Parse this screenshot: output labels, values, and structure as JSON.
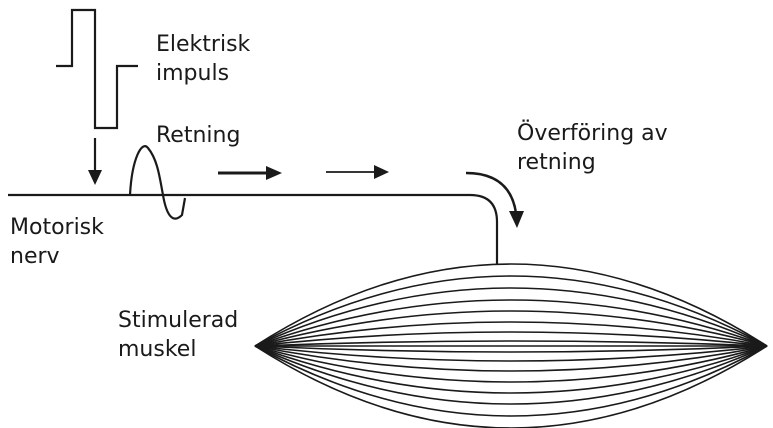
{
  "labels": {
    "electric_impulse": [
      "Elektrisk",
      "impuls"
    ],
    "excitation": "Retning",
    "transfer": [
      "Överföring av",
      "retning"
    ],
    "motor_nerve": [
      "Motorisk",
      "nerv"
    ],
    "stimulated_muscle": [
      "Stimulerad",
      "muskel"
    ]
  },
  "colors": {
    "line": "#1a1a1a",
    "background": "#ffffff"
  }
}
